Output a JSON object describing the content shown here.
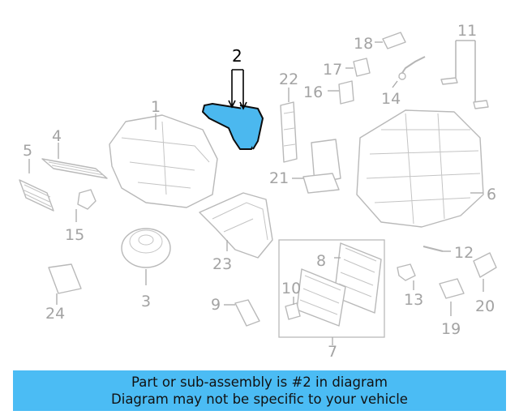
{
  "callouts": {
    "c1": "1",
    "c2": "2",
    "c3": "3",
    "c4": "4",
    "c5": "5",
    "c6": "6",
    "c7": "7",
    "c8": "8",
    "c9": "9",
    "c10": "10",
    "c11": "11",
    "c12": "12",
    "c13": "13",
    "c14": "14",
    "c15": "15",
    "c16": "16",
    "c17": "17",
    "c18": "18",
    "c19": "19",
    "c20": "20",
    "c21": "21",
    "c22": "22",
    "c23": "23",
    "c24": "24"
  },
  "banner": {
    "line1": "Part or sub-assembly is #2 in diagram",
    "line2": "Diagram may not be specific to your vehicle"
  },
  "colors": {
    "highlight": "#4bb8ef",
    "banner": "#4bbcf4",
    "callout": "#a3a3a3"
  }
}
